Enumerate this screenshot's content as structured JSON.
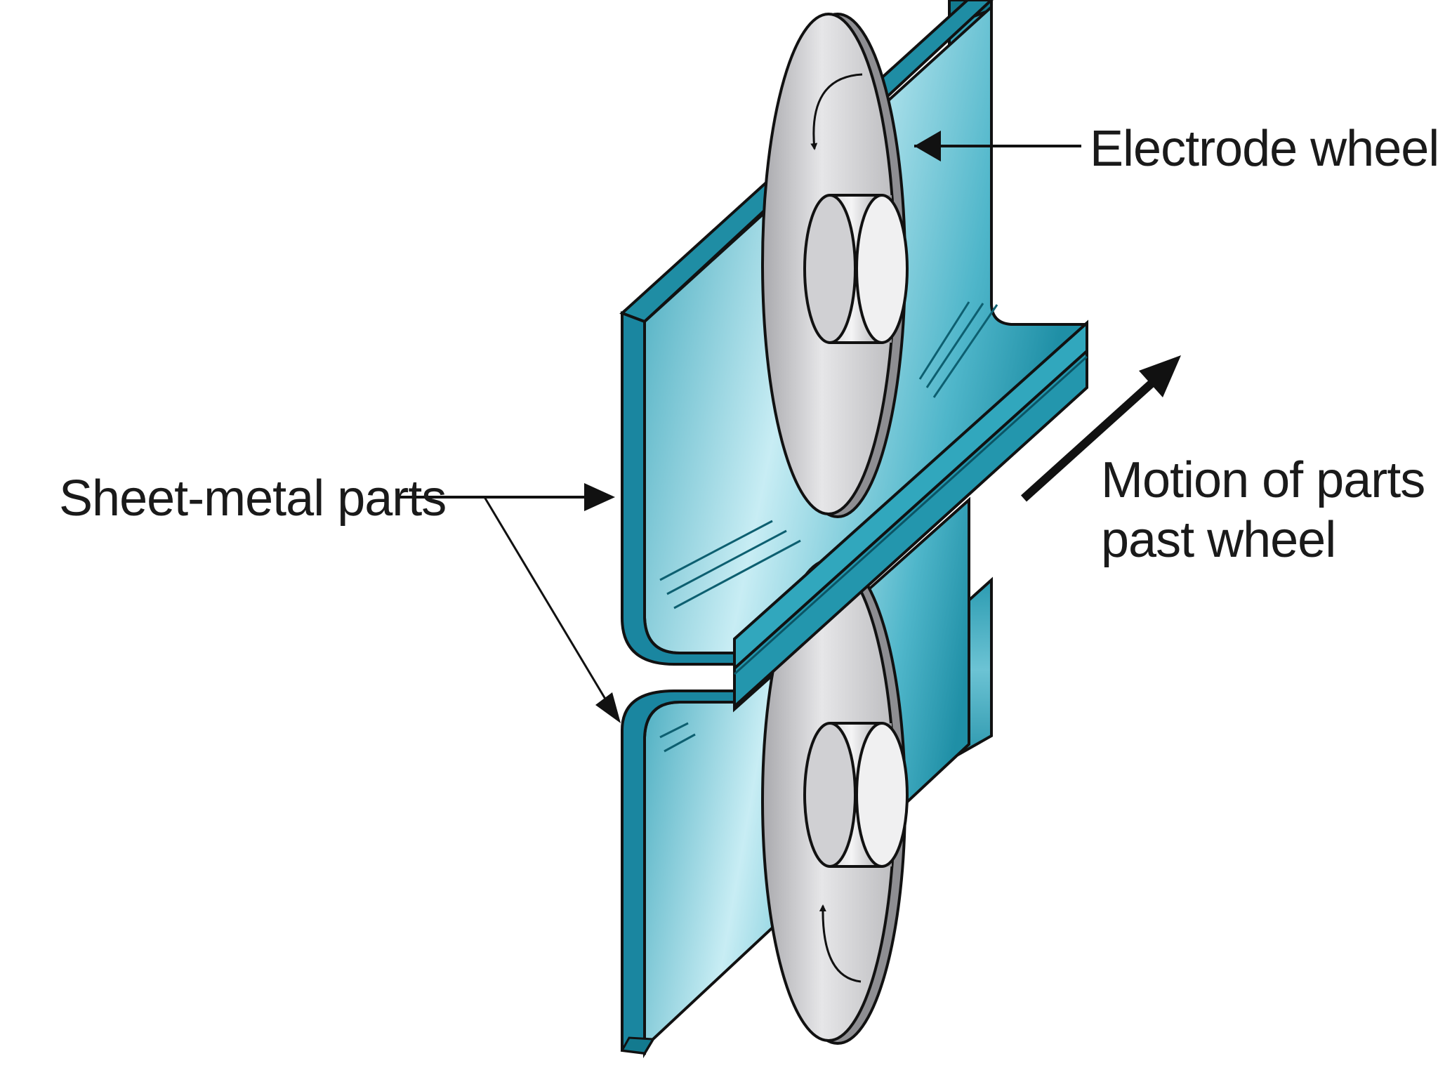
{
  "labels": {
    "electrode_wheel": "Electrode wheel",
    "sheet_metal_parts": "Sheet-metal parts",
    "motion_line1": "Motion of parts",
    "motion_line2": "past wheel"
  },
  "colors": {
    "sheet_teal": "#2a9db3",
    "sheet_light": "#c6ecf3",
    "sheet_dark": "#137a8f",
    "wheel_grey": "#b9b9bc",
    "wheel_light": "#e4e4e6",
    "outline": "#111111"
  }
}
